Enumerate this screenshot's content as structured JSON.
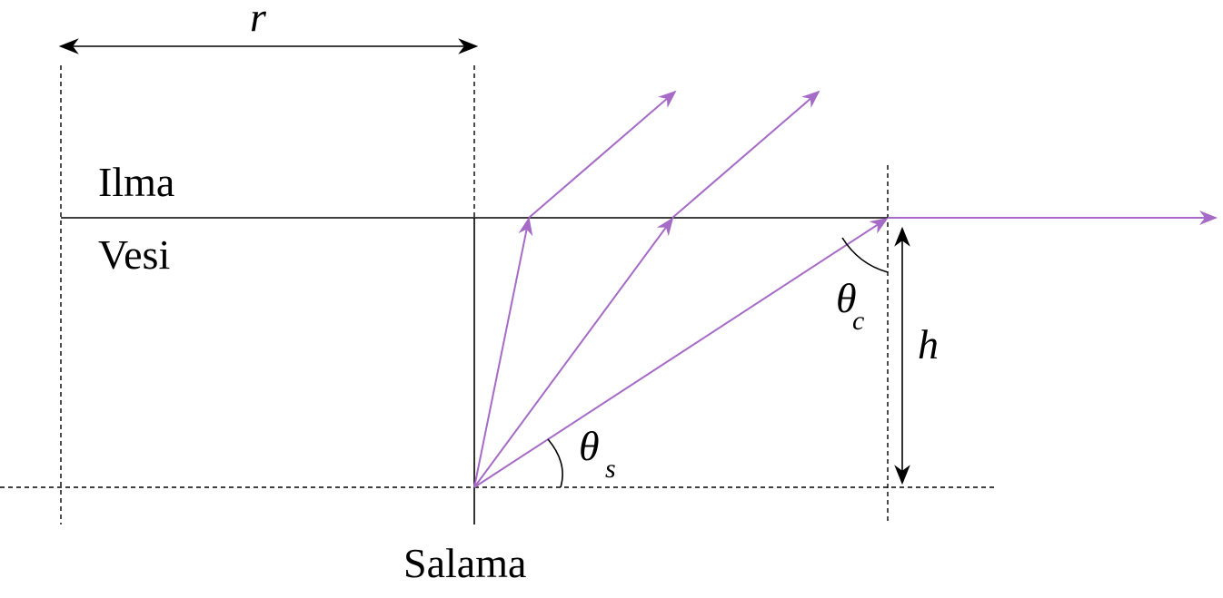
{
  "diagram": {
    "medium_top": "Ilma",
    "medium_bottom": "Vesi",
    "source": "Salama",
    "dimension_width": "r",
    "dimension_height": "h",
    "angle_critical": {
      "symbol": "θ",
      "subscript": "c"
    },
    "angle_source": {
      "symbol": "θ",
      "subscript": "s"
    }
  },
  "colors": {
    "ray": "#a66bc6",
    "line": "#000000",
    "background": "#ffffff"
  }
}
